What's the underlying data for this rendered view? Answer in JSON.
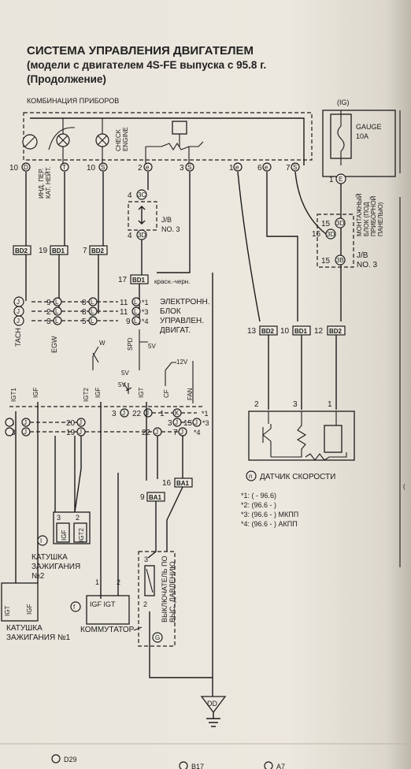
{
  "title": {
    "line1": "СИСТЕМА УПРАВЛЕНИЯ ДВИГАТЕЛЕМ",
    "line2": "(модели с двигателем 4S-FE выпуска с 95.8 г.",
    "line3": "(Продолжение)"
  },
  "labels": {
    "combo": "КОМБИНАЦИЯ ПРИБОРОВ",
    "ig": "(IG)",
    "gauge1": "GAUGE",
    "gauge2": "10A",
    "check": "CHECK",
    "engine": "ENGINE",
    "ind1": "ИНД. ПЕР.",
    "ind2": "КАТ. НЕЙТ.",
    "mount1": "МОНТАЖНЫЙ",
    "mount2": "БЛОК (ПОД",
    "mount3": "ПРИБОРНОЙ",
    "mount4": "ПАНЕЛЬЮ)",
    "jb": "J/B",
    "no3": "NO. 3",
    "ecu1": "ЭЛЕКТРОНН.",
    "ecu2": "БЛОК",
    "ecu3": "УПРАВЛЕН.",
    "ecu4": "ДВИГАТ.",
    "tach": "TACH",
    "egw": "EGW",
    "w": "W",
    "spd": "SPD",
    "v5": "5V",
    "v12": "12V",
    "igt1": "IGT1",
    "igf": "IGF",
    "igt2": "IGT2",
    "igt": "IGT",
    "cf": "CF",
    "fan": "FAN",
    "speed": "ДАТЧИК СКОРОСТИ",
    "coil2a": "КАТУШКА",
    "coil2b": "ЗАЖИГАНИЯ",
    "coil2c": "№2",
    "coil1a": "КАТУШКА",
    "coil1b": "ЗАЖИГАНИЯ №1",
    "commut": "КОММУТАТОР",
    "sw1": "ВЫКЛЮЧАТЕЛЬ ПО",
    "sw2": "ВЫС. ДАВЛЕНИЮ",
    "dd": "DD",
    "red_black": "красн.-черн."
  },
  "notes": [
    "*1:  ( - 96.6)",
    "*2: (96.6 - )",
    "*3: (96.6 - ) МКПП",
    "*4: (96.6 - ) АКПП"
  ],
  "connectors": {
    "bd2": "BD2",
    "bd1": "BD1",
    "ba1": "BA1"
  },
  "footer": {
    "left": "D29",
    "mid": "B17",
    "right": "A7"
  },
  "colors": {
    "ink": "#1c1c1c",
    "paper": "#e9e5dc"
  }
}
